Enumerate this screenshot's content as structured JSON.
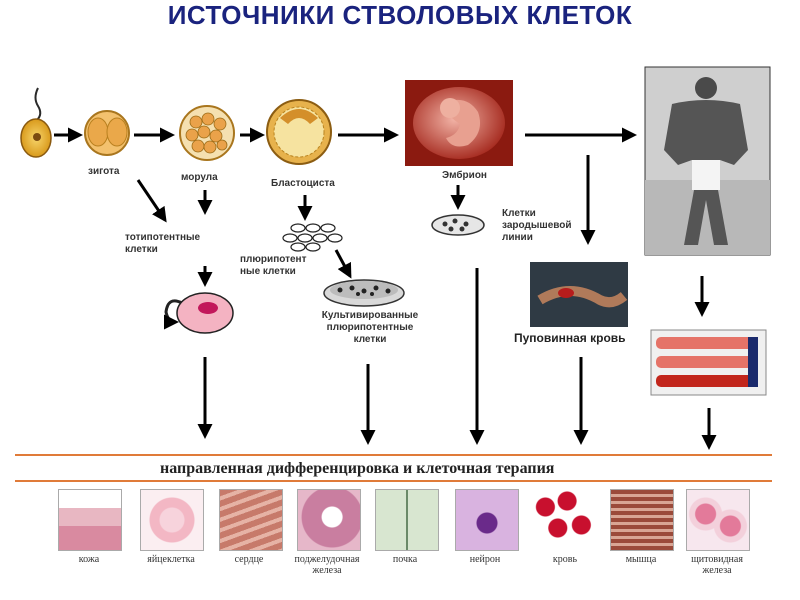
{
  "title": "ИСТОЧНИКИ СТВОЛОВЫХ КЛЕТОК",
  "stages": {
    "zygote": "зигота",
    "morula": "морула",
    "blastocyst": "Бластоциста",
    "embryo": "Эмбрион"
  },
  "labels": {
    "totipotent": [
      "тотипотентные",
      "клетки"
    ],
    "pluripotent": [
      "плюрипотент",
      "ные клетки"
    ],
    "cultured": [
      "Культивированные",
      "плюрипотентные",
      "клетки"
    ],
    "germline": [
      "Клетки",
      "зародышевой",
      "линии"
    ],
    "cord_blood": "Пуповинная кровь"
  },
  "banner": "направленная дифференцировка и клеточная терапия",
  "tissues": [
    {
      "label": [
        "кожа"
      ]
    },
    {
      "label": [
        "яйцеклетка"
      ]
    },
    {
      "label": [
        "сердце"
      ]
    },
    {
      "label": [
        "поджелудочная",
        "железа"
      ]
    },
    {
      "label": [
        "почка"
      ]
    },
    {
      "label": [
        "нейрон"
      ]
    },
    {
      "label": [
        "кровь"
      ]
    },
    {
      "label": [
        "мышца"
      ]
    },
    {
      "label": [
        "щитовидная",
        "железа"
      ]
    }
  ],
  "colors": {
    "title": "#1a237e",
    "banner_line": "#e07b39",
    "arrow": "#000000",
    "embryo_bg": "#8b1a10"
  }
}
